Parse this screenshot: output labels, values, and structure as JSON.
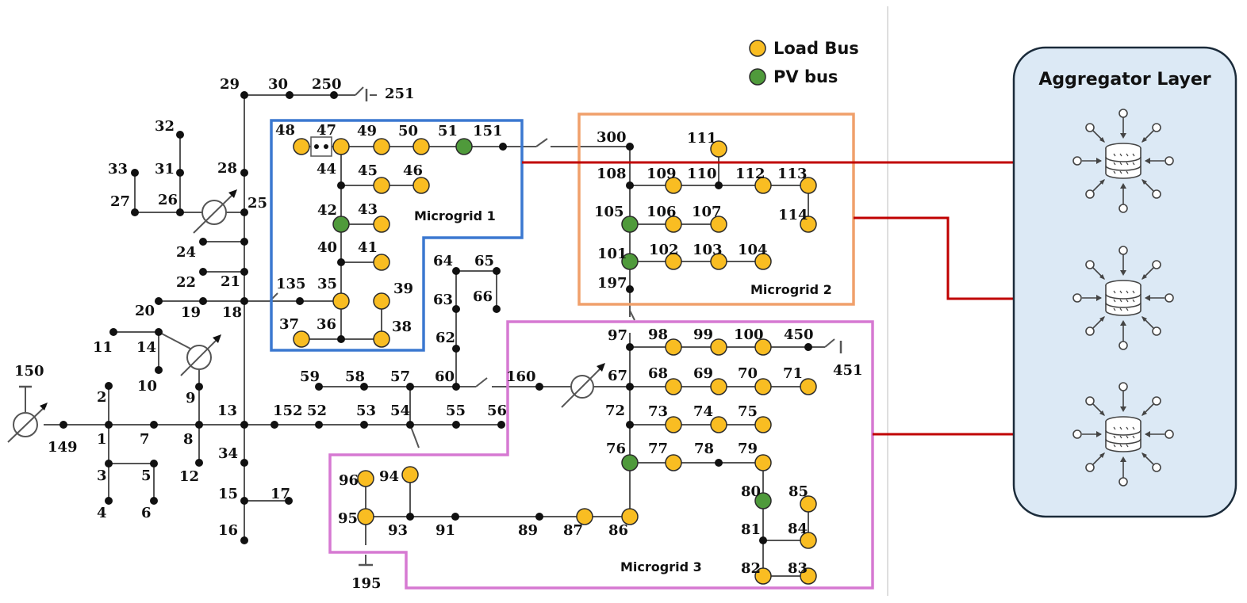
{
  "legend": {
    "load_label": "Load Bus",
    "pv_label": "PV bus",
    "load_color": "#f9bd22",
    "pv_color": "#4f9a3b"
  },
  "aggregator": {
    "title": "Aggregator Layer",
    "panel_color": "#dce9f5",
    "icon": "database-aggregator-icon",
    "nodes_count": 3
  },
  "microgrids": [
    {
      "label": "Microgrid 1",
      "color": "#3b78d0"
    },
    {
      "label": "Microgrid 2",
      "color": "#f0a06b"
    },
    {
      "label": "Microgrid 3",
      "color": "#d679d2"
    }
  ],
  "link_color": "#c00000",
  "bus_labels": {
    "b1": "1",
    "b2": "2",
    "b3": "3",
    "b4": "4",
    "b5": "5",
    "b6": "6",
    "b7": "7",
    "b8": "8",
    "b9": "9",
    "b10": "10",
    "b11": "11",
    "b12": "12",
    "b13": "13",
    "b14": "14",
    "b15": "15",
    "b16": "16",
    "b17": "17",
    "b18": "18",
    "b19": "19",
    "b20": "20",
    "b21": "21",
    "b22": "22",
    "b24": "24",
    "b25": "25",
    "b26": "26",
    "b27": "27",
    "b28": "28",
    "b29": "29",
    "b30": "30",
    "b31": "31",
    "b32": "32",
    "b33": "33",
    "b34": "34",
    "b35": "35",
    "b36": "36",
    "b37": "37",
    "b38": "38",
    "b39": "39",
    "b40": "40",
    "b41": "41",
    "b42": "42",
    "b43": "43",
    "b44": "44",
    "b45": "45",
    "b46": "46",
    "b47": "47",
    "b48": "48",
    "b49": "49",
    "b50": "50",
    "b51": "51",
    "b52": "52",
    "b53": "53",
    "b54": "54",
    "b55": "55",
    "b56": "56",
    "b57": "57",
    "b58": "58",
    "b59": "59",
    "b60": "60",
    "b62": "62",
    "b63": "63",
    "b64": "64",
    "b65": "65",
    "b66": "66",
    "b67": "67",
    "b68": "68",
    "b69": "69",
    "b70": "70",
    "b71": "71",
    "b72": "72",
    "b73": "73",
    "b74": "74",
    "b75": "75",
    "b76": "76",
    "b77": "77",
    "b78": "78",
    "b79": "79",
    "b80": "80",
    "b81": "81",
    "b82": "82",
    "b83": "83",
    "b84": "84",
    "b85": "85",
    "b86": "86",
    "b87": "87",
    "b89": "89",
    "b91": "91",
    "b93": "93",
    "b94": "94",
    "b95": "95",
    "b96": "96",
    "b97": "97",
    "b98": "98",
    "b99": "99",
    "b100": "100",
    "b101": "101",
    "b102": "102",
    "b103": "103",
    "b104": "104",
    "b105": "105",
    "b106": "106",
    "b107": "107",
    "b108": "108",
    "b109": "109",
    "b110": "110",
    "b111": "111",
    "b112": "112",
    "b113": "113",
    "b114": "114",
    "b135": "135",
    "b149": "149",
    "b150": "150",
    "b151": "151",
    "b152": "152",
    "b160": "160",
    "b195": "195",
    "b197": "197",
    "b250": "250",
    "b251": "251",
    "b300": "300",
    "b450": "450",
    "b451": "451"
  }
}
